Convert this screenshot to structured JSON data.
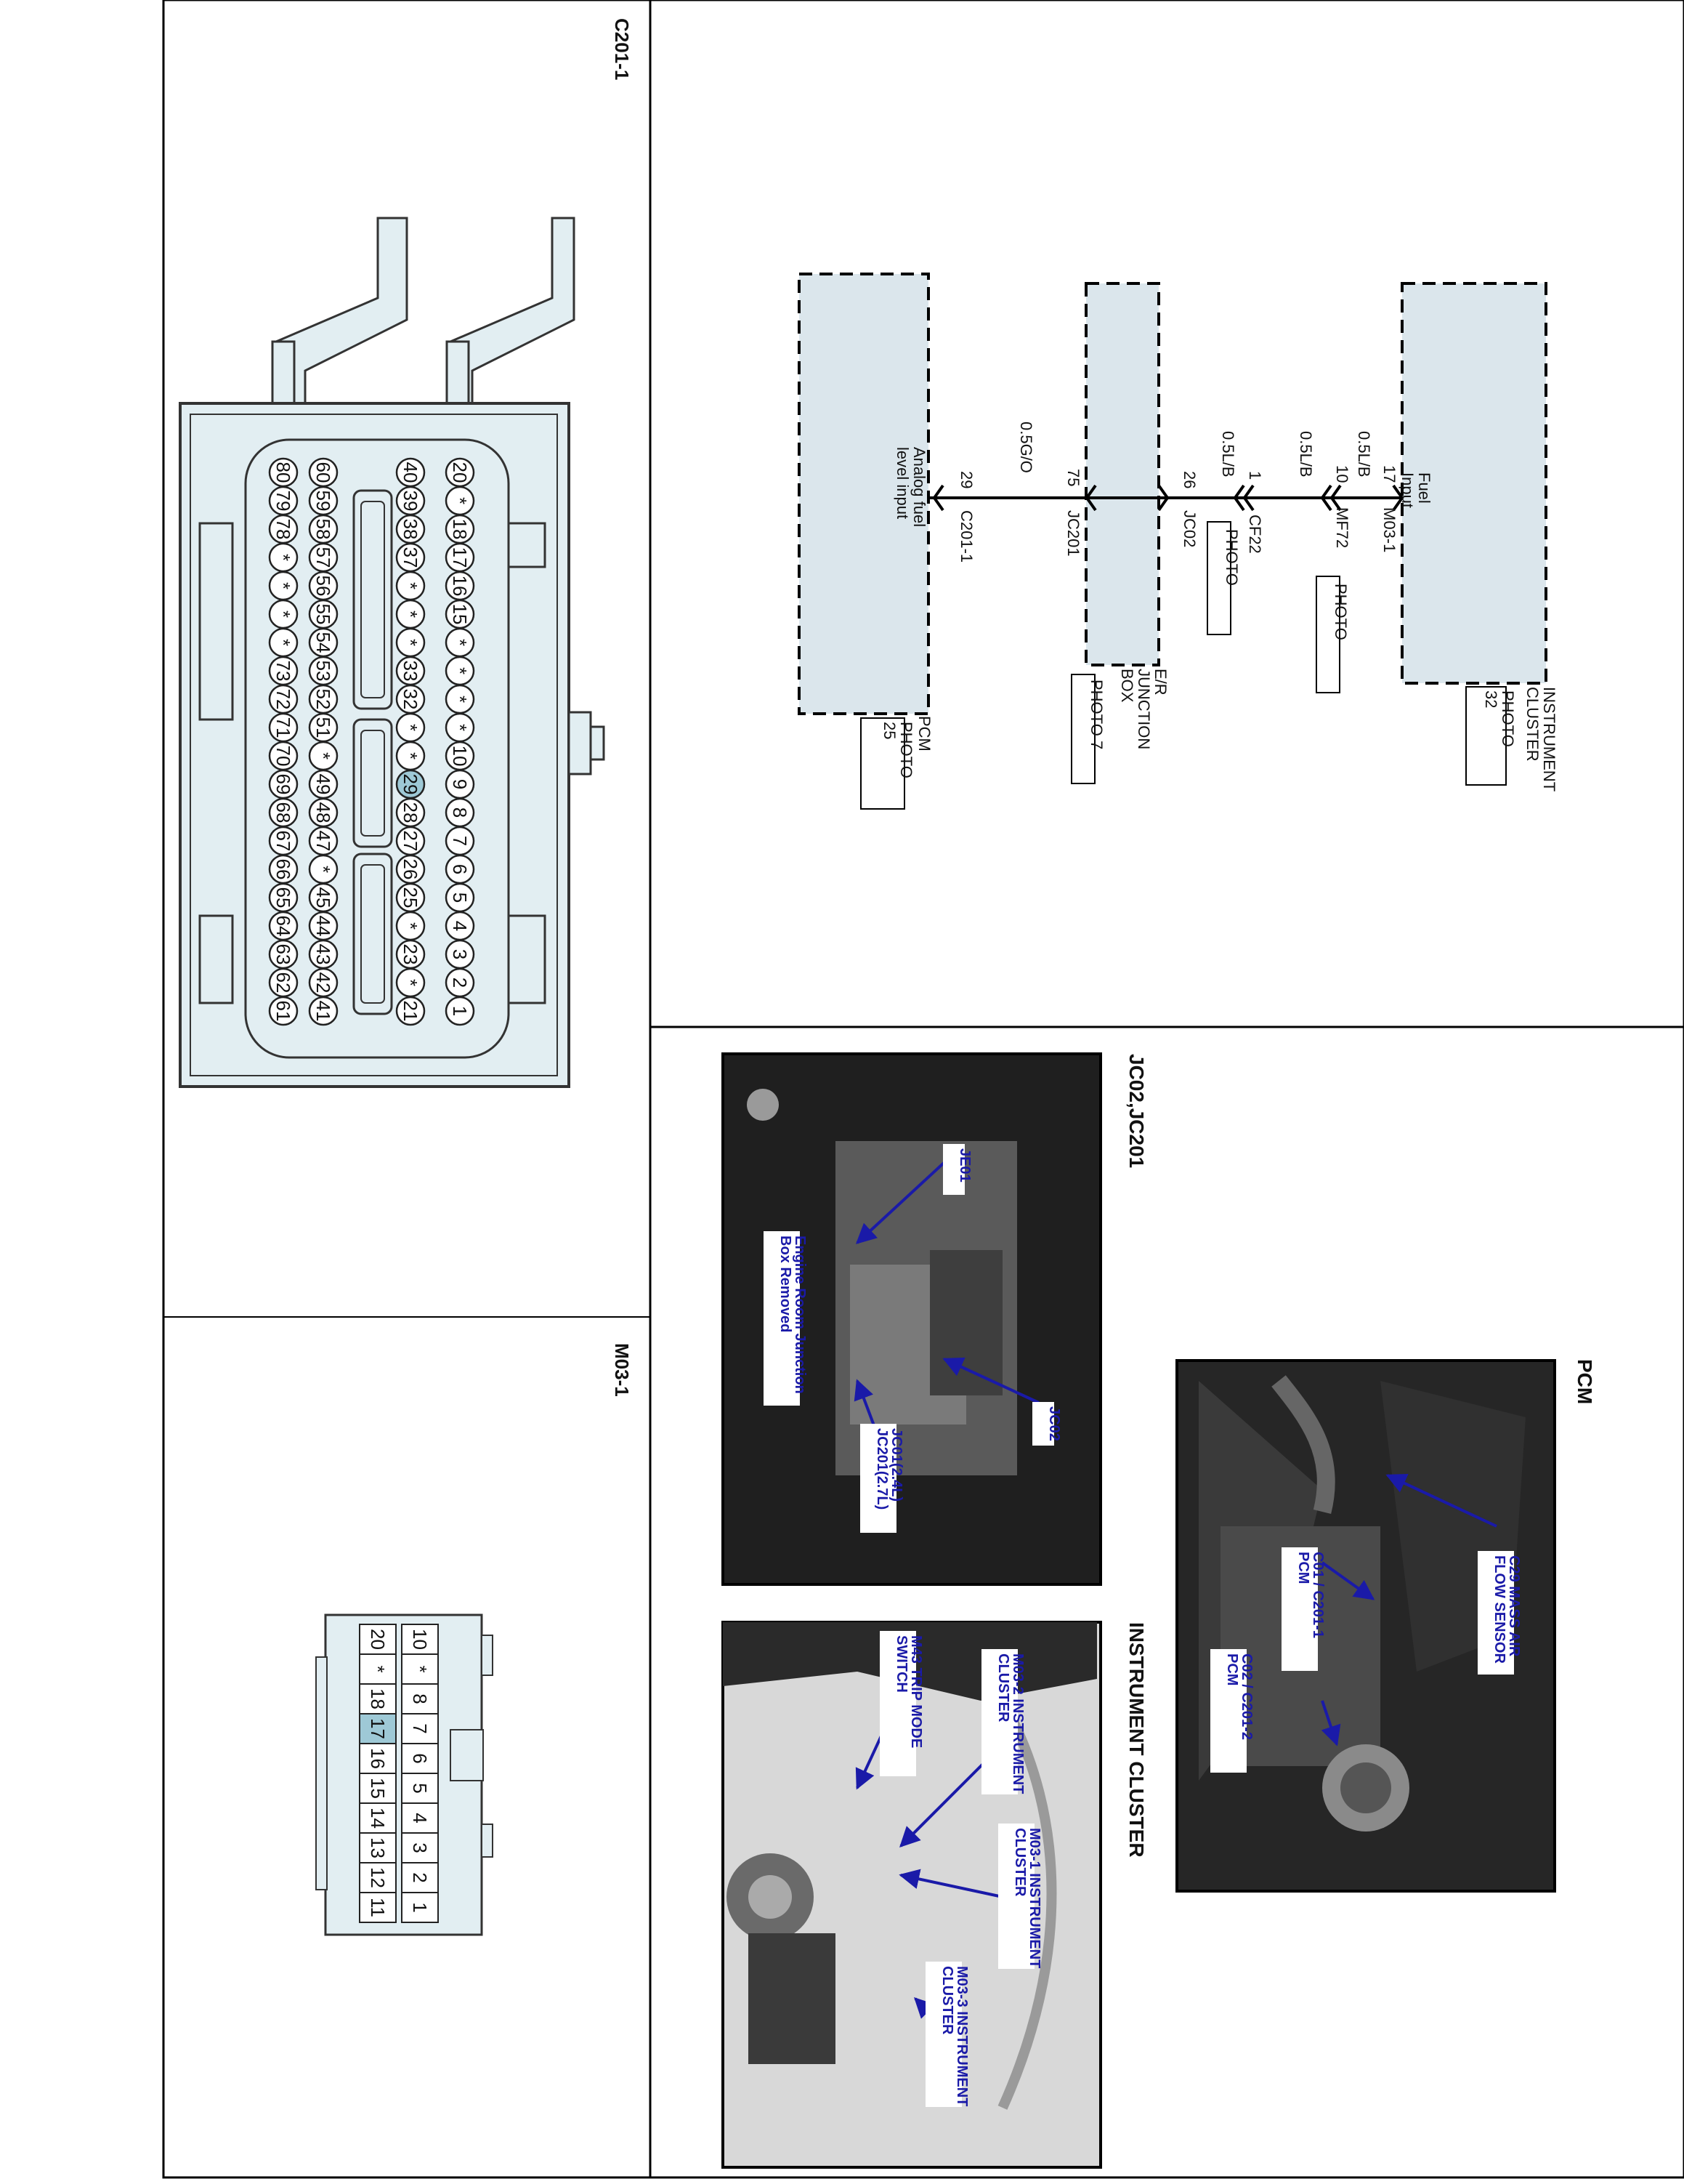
{
  "connectors": {
    "c201": {
      "title": "C201-1",
      "rows": [
        [
          "20",
          "*",
          "18",
          "17",
          "16",
          "15",
          "*",
          "*",
          "*",
          "*",
          "10",
          "9",
          "8",
          "7",
          "6",
          "5",
          "4",
          "3",
          "2",
          "1"
        ],
        [
          "40",
          "39",
          "38",
          "37",
          "*",
          "*",
          "*",
          "33",
          "32",
          "*",
          "*",
          "29",
          "28",
          "27",
          "26",
          "25",
          "*",
          "23",
          "*",
          "21"
        ],
        [
          "60",
          "59",
          "58",
          "57",
          "56",
          "55",
          "54",
          "53",
          "52",
          "51",
          "*",
          "49",
          "48",
          "47",
          "*",
          "45",
          "44",
          "43",
          "42",
          "41"
        ],
        [
          "80",
          "79",
          "78",
          "*",
          "*",
          "*",
          "*",
          "73",
          "72",
          "71",
          "70",
          "69",
          "68",
          "67",
          "66",
          "65",
          "64",
          "63",
          "62",
          "61"
        ]
      ],
      "highlight": "29"
    },
    "m03": {
      "title": "M03-1",
      "rows": [
        [
          "10",
          "*",
          "8",
          "7",
          "6",
          "5",
          "4",
          "3",
          "2",
          "1"
        ],
        [
          "20",
          "*",
          "18",
          "17",
          "16",
          "15",
          "14",
          "13",
          "12",
          "11"
        ]
      ],
      "highlight": "17"
    }
  },
  "schematic": {
    "components": [
      {
        "id": "cluster",
        "name_lines": [
          "INSTRUMENT",
          "CLUSTER"
        ],
        "photo_lines": [
          "PHOTO",
          "32"
        ]
      },
      {
        "id": "er_box",
        "name_lines": [
          "E/R",
          "JUNCTION",
          "BOX"
        ],
        "photo_lines": [
          "PHOTO 7"
        ]
      },
      {
        "id": "pcm",
        "name_lines": [
          "PCM"
        ],
        "photo_lines": [
          "PHOTO",
          "25"
        ]
      }
    ],
    "labels": {
      "fuel_input_lines": [
        "Fuel",
        "Input"
      ],
      "pin17": "17",
      "m03_1": "M03-1",
      "wire1": "0.5L/B",
      "pin10": "10",
      "mf72": "MF72",
      "mf72_photo": "PHOTO",
      "wire2": "0.5L/B",
      "pin1": "1",
      "cf22": "CF22",
      "cf22_photo": "PHOTO",
      "wire3": "0.5L/B",
      "pin26": "26",
      "jc02": "JC02",
      "wire4": "0.5G/O",
      "pin75": "75",
      "jc201": "JC201",
      "pin29": "29",
      "c201_1": "C201-1",
      "analog_lines": [
        "Analog fuel",
        "level input"
      ]
    }
  },
  "photos": {
    "pcm": {
      "title": "PCM",
      "callouts": [
        {
          "lines": [
            "C29 MASS AIR",
            "FLOW SENSOR"
          ]
        },
        {
          "lines": [
            "C01 / C201-1",
            "PCM"
          ]
        },
        {
          "lines": [
            "C02 / C201-2",
            "PCM"
          ]
        }
      ]
    },
    "jc": {
      "title": "JC02,JC201",
      "callouts": [
        {
          "lines": [
            "JE01"
          ]
        },
        {
          "lines": [
            "Engine Room Junction",
            "Box Removed"
          ]
        },
        {
          "lines": [
            "JC02"
          ]
        },
        {
          "lines": [
            "JC01(2.4L)",
            "JC201(2.7L)"
          ]
        }
      ]
    },
    "cluster": {
      "title": "INSTRUMENT CLUSTER",
      "callouts": [
        {
          "lines": [
            "M43 TRIP MODE",
            "SWITCH"
          ]
        },
        {
          "lines": [
            "M03-2 INSTRUMENT",
            "CLUSTER"
          ]
        },
        {
          "lines": [
            "M03-1 INSTRUMENT",
            "CLUSTER"
          ]
        },
        {
          "lines": [
            "M03-3 INSTRUMENT",
            "CLUSTER"
          ]
        }
      ]
    }
  },
  "colors": {
    "component_fill": "#dbe6ec",
    "connector_fill": "#e2eef2",
    "highlight": "#9ec9d6",
    "photo_callout_text": "#1a1aa8",
    "photo_bg": "#1f1f1f"
  }
}
